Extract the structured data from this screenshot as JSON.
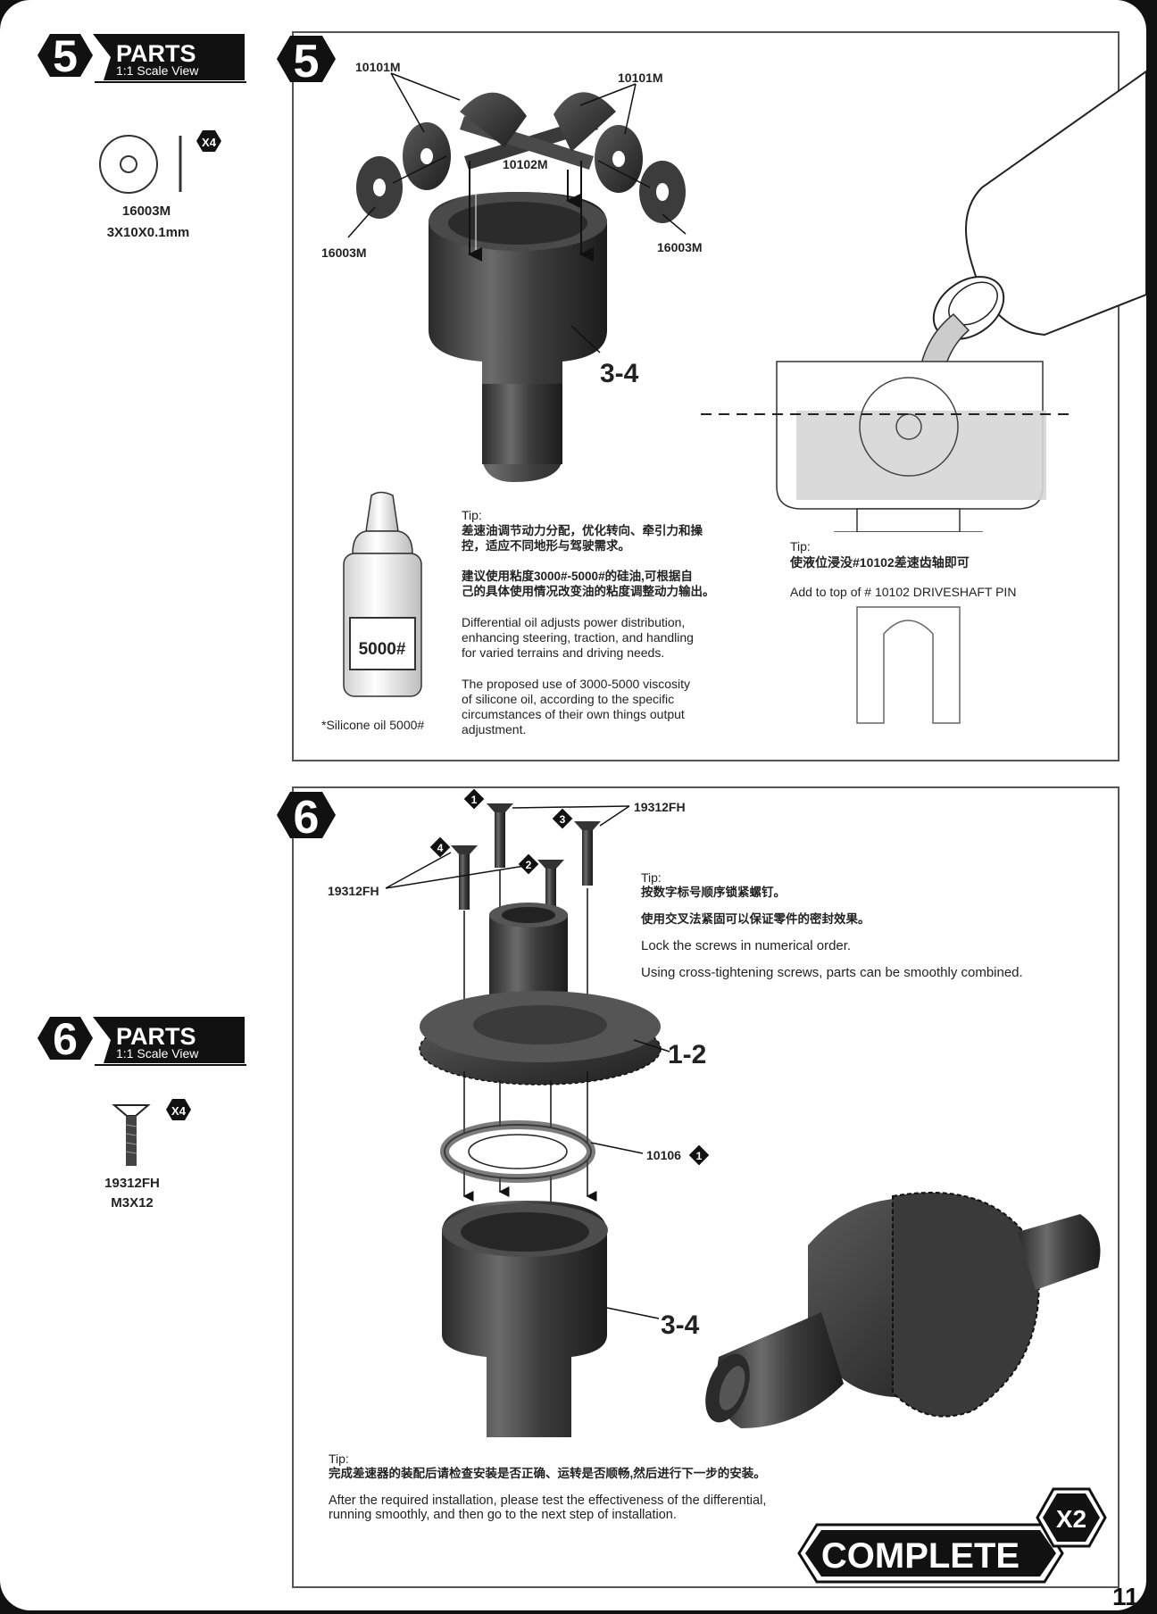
{
  "step5": {
    "number": "5",
    "parts_title": "PARTS",
    "parts_subtitle": "1:1 Scale View",
    "parts": [
      {
        "code": "16003M",
        "spec": "3X10X0.1mm",
        "qty": "X4"
      }
    ],
    "callouts": {
      "gear_left": "10101M",
      "gear_right": "10101M",
      "pin": "10102M",
      "washer_left": "16003M",
      "washer_right": "16003M",
      "housing": "3-4"
    },
    "oil_bottle_label": "5000#",
    "oil_caption": "*Silicone oil 5000#",
    "tip_label": "Tip:",
    "tip_cn_1a": "差速油调节动力分配，优化转向、牵引力和操",
    "tip_cn_1b": "控，适应不同地形与驾驶需求。",
    "tip_cn_2a": "建议使用粘度3000#-5000#的硅油,可根据自",
    "tip_cn_2b": "己的具体使用情况改变油的粘度调整动力输出。",
    "tip_en_1a": "Differential oil adjusts power distribution,",
    "tip_en_1b": "enhancing steering, traction, and handling",
    "tip_en_1c": "for varied terrains and driving needs.",
    "tip_en_2a": "The proposed use of 3000-5000 viscosity",
    "tip_en_2b": "of silicone oil, according to the specific",
    "tip_en_2c": "circumstances of their own things output",
    "tip_en_2d": "adjustment.",
    "level_tip_label": "Tip:",
    "level_tip_cn": "使液位浸没#10102差速齿轴即可",
    "level_tip_en": "Add to top of # 10102 DRIVESHAFT PIN"
  },
  "step6": {
    "number": "6",
    "parts_title": "PARTS",
    "parts_subtitle": "1:1 Scale View",
    "parts": [
      {
        "code": "19312FH",
        "spec": "M3X12",
        "qty": "X4"
      }
    ],
    "callouts": {
      "screw_right": "19312FH",
      "screw_left": "19312FH",
      "gear": "1-2",
      "gasket": "10106",
      "gasket_num": "1",
      "housing": "3-4"
    },
    "screw_order": [
      "1",
      "2",
      "3",
      "4"
    ],
    "tip_label": "Tip:",
    "tip_cn_1": "按数字标号顺序锁紧螺钉。",
    "tip_cn_2": "使用交叉法紧固可以保证零件的密封效果。",
    "tip_en_1": "Lock the screws in numerical order.",
    "tip_en_2": "Using cross-tightening screws, parts can be smoothly combined.",
    "final_tip_label": "Tip:",
    "final_tip_cn": "完成差速器的装配后请检查安装是否正确、运转是否顺畅,然后进行下一步的安装。",
    "final_tip_en_1": "After the required installation, please test the effectiveness of the differential,",
    "final_tip_en_2": "running smoothly, and then go to the next step of installation."
  },
  "complete_label": "COMPLETE",
  "complete_qty": "X2",
  "page_number": "11"
}
